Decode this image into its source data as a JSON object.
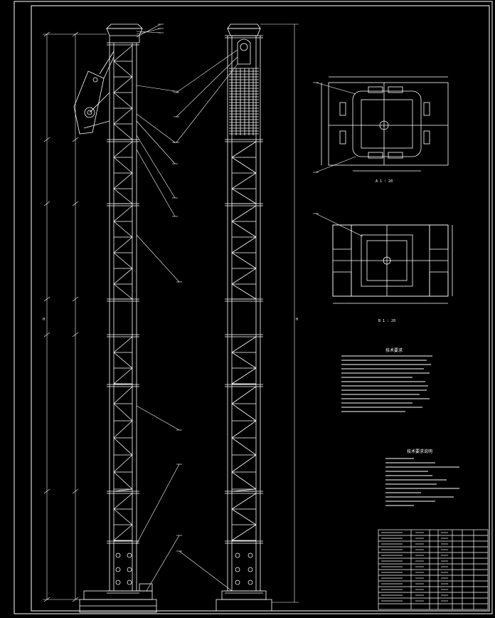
{
  "drawing": {
    "colors": {
      "background": "#000000",
      "outline": "#ffffff",
      "dimension": "#ffffff",
      "leader": "#ffffff",
      "accent": "#00ffff"
    },
    "labels": {
      "view_a_scale": "A   1 : 20",
      "view_b_scale": "B   1 : 20",
      "tech_req_title": "技术要求",
      "tech_req_2_title": "技术要求说明",
      "total_height_left": "H",
      "total_height_right": "H"
    }
  }
}
